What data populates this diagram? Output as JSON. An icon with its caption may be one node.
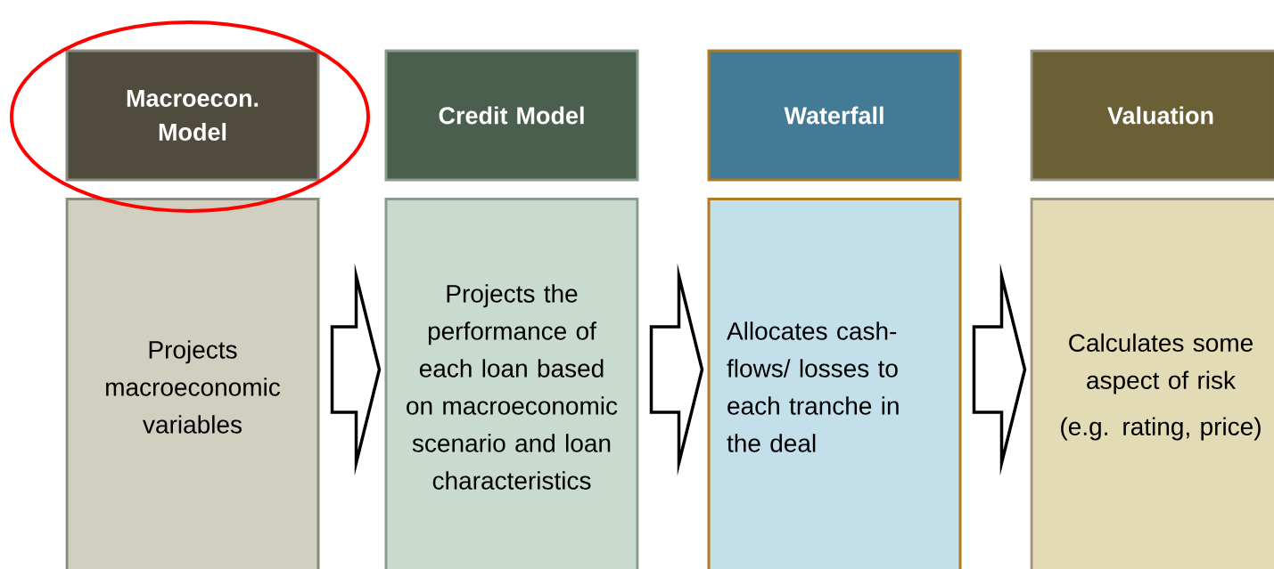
{
  "diagram": {
    "nodes": [
      {
        "text": [
          "Macroecon. Model"
        ]
      },
      {
        "text": [
          "Credit Model"
        ]
      },
      {
        "text": [
          "Waterfall"
        ]
      },
      {
        "text": [
          "Valuation"
        ]
      },
      {
        "text": [
          "Projects macroeconomic variables"
        ]
      },
      {
        "text": [
          "Projects the performance of each loan based on macroeconomic scenario and loan characteristics"
        ]
      },
      {
        "text": [
          "Allocates cash-flows/ losses to each tranche in the deal"
        ]
      },
      {
        "text": [
          "Calculates some aspect of risk",
          "(e.g. rating, price)"
        ]
      }
    ],
    "edges": [
      {
        "from": 4,
        "to": 5,
        "arrow": "to"
      },
      {
        "from": 5,
        "to": 6,
        "arrow": "to"
      },
      {
        "from": 6,
        "to": 7,
        "arrow": "to"
      }
    ]
  }
}
